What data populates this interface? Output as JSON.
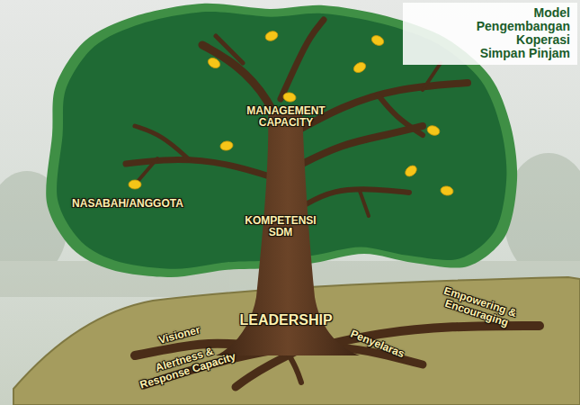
{
  "diagram": {
    "title": "Model Pengembangan Koperasi Simpan Pinjam",
    "labels": [
      "MANAGEMENT CAPACITY",
      "NASABAH/ANGGOTA",
      "KOMPETENSI SDM",
      "LEADERSHIP",
      "Visioner",
      "Alertness & Response Capacity",
      "Penyelaras",
      "Empowering & Encouraging"
    ]
  }
}
